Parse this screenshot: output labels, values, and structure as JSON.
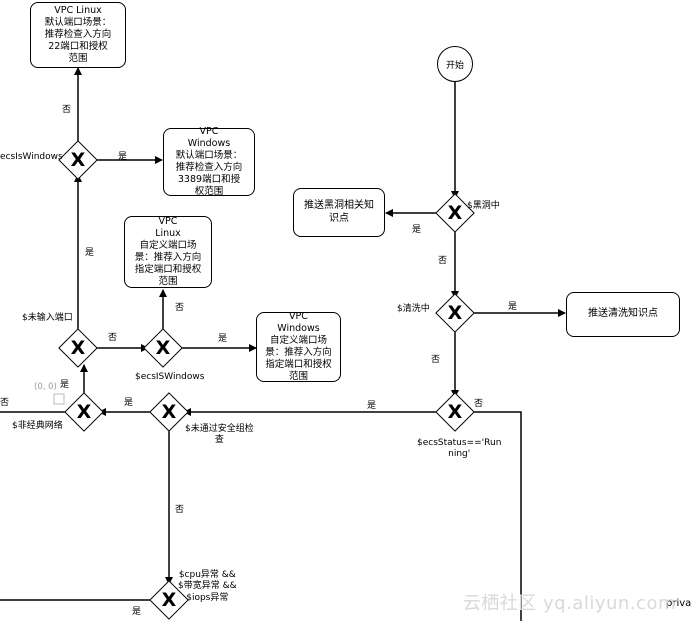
{
  "nodes": {
    "start": "开始",
    "vpc_linux_22": "VPC Linux\n默认端口场景：\n推荐检查入方向\n22端口和授权\n范围",
    "vpc_windows_3389": "VPC\nWindows\n默认端口场景：\n推荐检查入方向\n3389端口和授\n权范围",
    "vpc_linux_custom": "VPC\nLinux\n自定义端口场\n景：推荐入方向\n指定端口和授权\n范围",
    "vpc_windows_custom": "VPC\nWindows\n自定义端口场\n景：推荐入方向\n指定端口和授权\n范围",
    "blackhole_knowledge": "推送黑洞相关知\n识点",
    "clean_knowledge": "推送清洗知识点"
  },
  "gateways": {
    "ecs_is_windows_top": "ecsIsWindows",
    "blackhole": "$黑洞中",
    "cleaning": "$清洗中",
    "ecs_status": "$ecsStatus=='Run\nning'",
    "no_port": "$未输入端口",
    "ecs_is_windows_mid": "$ecsISWindows",
    "non_classic": "$非经典网络",
    "security_group": "$未通过安全组检\n查",
    "cpu_bw_iops": "$cpu异常 &&\n$带宽异常 &&\n$iops异常"
  },
  "edge_labels": {
    "no_1": "否",
    "yes_1": "是",
    "yes_2": "是",
    "no_2": "否",
    "no_3": "否",
    "yes_3": "是",
    "yes_4": "是",
    "no_4": "否",
    "yes_5": "是",
    "no_5": "否",
    "yes_6": "是",
    "no_6": "否",
    "yes_7": "是",
    "no_7": "否",
    "yes_8": "是",
    "no_8": "否",
    "yes_9": "是"
  },
  "misc": {
    "coord": "(0, 0)",
    "cut_text": "priva",
    "watermark": "云栖社区 yq.aliyun.com"
  }
}
